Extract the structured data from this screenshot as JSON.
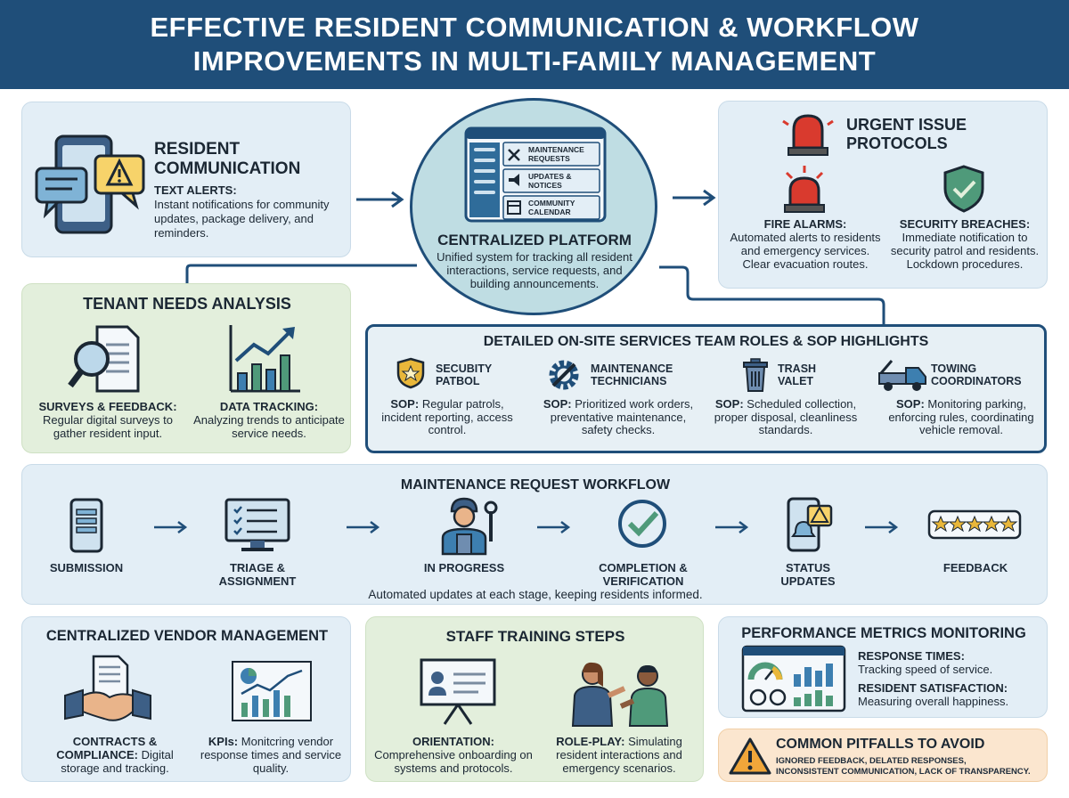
{
  "header": {
    "line1": "EFFECTIVE RESIDENT COMMUNICATION & WORKFLOW",
    "line2": "IMPROVEMENTS IN MULTI-FAMILY MANAGEMENT"
  },
  "resident": {
    "title1": "RESIDENT",
    "title2": "COMMUNICATION",
    "label": "TEXT ALERTS:",
    "text": "Instant notifications for community updates, package delivery, and reminders."
  },
  "platform": {
    "menu": [
      "MAINTENANCE REQUESTS",
      "UPDATES & NOTICES",
      "COMMUNITY CALENDAR"
    ],
    "title": "CENTRALIZED PLATFORM",
    "text": "Unified system for tracking all resident interactions, service requests, and building announcements."
  },
  "urgent": {
    "title1": "URGENT ISSUE",
    "title2": "PROTOCOLS",
    "fire_label": "FIRE ALARMS:",
    "fire_text": "Automated alerts to residents and emergency services. Clear evacuation routes.",
    "security_label": "SECURITY BREACHES:",
    "security_text": "Immediate notification to security patrol and residents. Lockdown procedures."
  },
  "tenant": {
    "title": "TENANT NEEDS ANALYSIS",
    "surveys_label": "SURVEYS & FEEDBACK:",
    "surveys_text": "Regular digital surveys to gather resident input.",
    "data_label": "DATA TRACKING:",
    "data_text": "Analyzing trends to anticipate service needs."
  },
  "sop": {
    "title": "DETAILED ON-SITE SERVICES TEAM ROLES & SOP HIGHLIGHTS",
    "roles": [
      {
        "name1": "SECUBITY",
        "name2": "PATBOL",
        "sop": "SOP:",
        "text": "Regular patrols, incident reporting, access control."
      },
      {
        "name1": "MAINTENANCE",
        "name2": "TECHNICIANS",
        "sop": "SOP:",
        "text": "Prioritized work orders, preventative maintenance, safety checks."
      },
      {
        "name1": "TRASH",
        "name2": "VALET",
        "sop": "SOP:",
        "text": "Scheduled collection, proper disposal, cleanliness standards."
      },
      {
        "name1": "TOWING",
        "name2": "COORDINATORS",
        "sop": "SOP:",
        "text": "Monitoring parking, enforcing rules, coordinating vehicle removal."
      }
    ]
  },
  "workflow": {
    "title": "MAINTENANCE REQUEST WORKFLOW",
    "steps": [
      "SUBMISSION",
      "TRIAGE &",
      "ASSIGNMENT",
      "IN PROGRESS",
      "COMPLETION &",
      "VERIFICATION",
      "STATUS",
      "UPDATES",
      "FEEDBACK"
    ],
    "note": "Automated updates at each stage, keeping residents informed."
  },
  "vendor": {
    "title": "CENTRALIZED VENDOR MANAGEMENT",
    "contracts_label": "CONTRACTS &",
    "contracts_label2": "COMPLIANCE:",
    "contracts_text1": "Digital",
    "contracts_text2": "storage and tracking.",
    "kpi_label": "KPIs:",
    "kpi_text1": "Monitcring vendor",
    "kpi_text2": "response times and service quality."
  },
  "training": {
    "title": "STAFF TRAINING STEPS",
    "orientation_label": "ORIENTATION:",
    "orientation_text": "Comprehensive onboarding on systems and protocols.",
    "role_label": "ROLE-PLAY:",
    "role_text1": "Simulating",
    "role_text2": "resident interactions and emergency scenarios."
  },
  "metrics": {
    "title": "PERFORMANCE METRICS MONITORING",
    "rt_label": "RESPONSE TIMES:",
    "rt_text": "Tracking speed of service.",
    "rs_label": "RESIDENT SATISFACTION:",
    "rs_text": "Measuring overall happiness."
  },
  "pitfalls": {
    "title": "COMMON PITFALLS TO AVOID",
    "line1": "IGNORED FEEDBACK, DELATED RESPONSES,",
    "line2": "INCONSISTENT COMMUNICATION, LACK OF TRANSPARENCY."
  },
  "colors": {
    "navy": "#1f4e79",
    "panel_blue": "#e3eef6",
    "panel_green": "#e3efdc",
    "panel_peach": "#fbe6cf",
    "alert_red": "#d93a2e",
    "check_green": "#3f8f6a"
  },
  "icons": [
    "phone-chat-icon",
    "siren-icon",
    "shield-check-icon",
    "magnifier-document-icon",
    "growth-chart-icon",
    "police-badge-icon",
    "gear-wrench-icon",
    "trash-can-icon",
    "tow-truck-icon",
    "mobile-form-icon",
    "monitor-checklist-icon",
    "technician-icon",
    "check-circle-icon",
    "phone-bell-icon",
    "star-rating-icon",
    "handshake-icon",
    "analytics-chart-icon",
    "presentation-board-icon",
    "people-talking-icon",
    "dashboard-icon",
    "warning-icon"
  ]
}
